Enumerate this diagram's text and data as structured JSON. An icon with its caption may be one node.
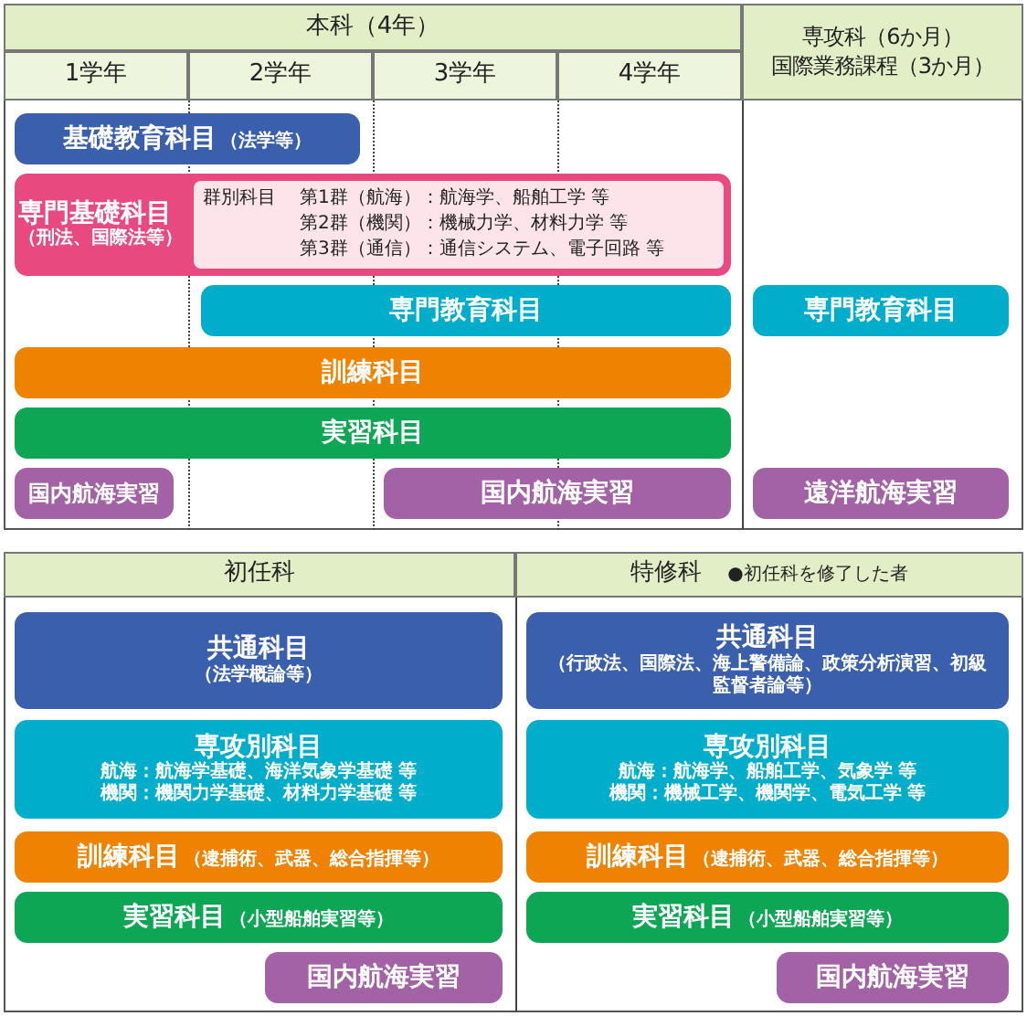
{
  "diagram": {
    "nodes": [
      {
        "text": [
          "基礎教育科目",
          "（法学等）"
        ]
      },
      {
        "text": [
          "専門基礎科目",
          "（刑法、国際法等）"
        ]
      },
      {
        "text": [
          "群別科目",
          "第1群（航海）：航海学、船舶工学 等",
          "第2群（機関）：機械力学、材料力学 等",
          "第3群（通信）：通信システム、電子回路 等"
        ],
        "in": 1
      },
      {
        "text": [
          "専門教育科目"
        ]
      },
      {
        "text": [
          "専門教育科目"
        ]
      },
      {
        "text": [
          "訓練科目"
        ]
      },
      {
        "text": [
          "実習科目"
        ]
      },
      {
        "text": [
          "国内航海実習"
        ]
      },
      {
        "text": [
          "国内航海実習"
        ]
      },
      {
        "text": [
          "遠洋航海実習"
        ]
      },
      {
        "text": [
          "共通科目",
          "（法学概論等）"
        ]
      },
      {
        "text": [
          "共通科目",
          "（行政法、国際法、海上警備論、政策分析演習、初級監督者論等）"
        ]
      },
      {
        "text": [
          "専攻別科目",
          "航海：航海学基礎、海洋気象学基礎 等",
          "機関：機関力学基礎、材料力学基礎 等"
        ]
      },
      {
        "text": [
          "専攻別科目",
          "航海：航海学、船舶工学、気象学 等",
          "機関：機械工学、機関学、電気工学 等"
        ]
      },
      {
        "text": [
          "訓練科目",
          "（逮捕術、武器、総合指揮等）"
        ]
      },
      {
        "text": [
          "訓練科目",
          "（逮捕術、武器、総合指揮等）"
        ]
      },
      {
        "text": [
          "実習科目",
          "（小型船舶実習等）"
        ]
      },
      {
        "text": [
          "実習科目",
          "（小型船舶実習等）"
        ]
      },
      {
        "text": [
          "国内航海実習"
        ]
      },
      {
        "text": [
          "国内航海実習"
        ]
      }
    ],
    "edges": [],
    "labels": [
      "本科（4年）",
      "専攻科（6か月）",
      "1学年",
      "2学年",
      "3学年",
      "4学年",
      "国際業務課程（3か月）",
      "初任科",
      "特修科",
      "●初任科を修了した者"
    ]
  }
}
